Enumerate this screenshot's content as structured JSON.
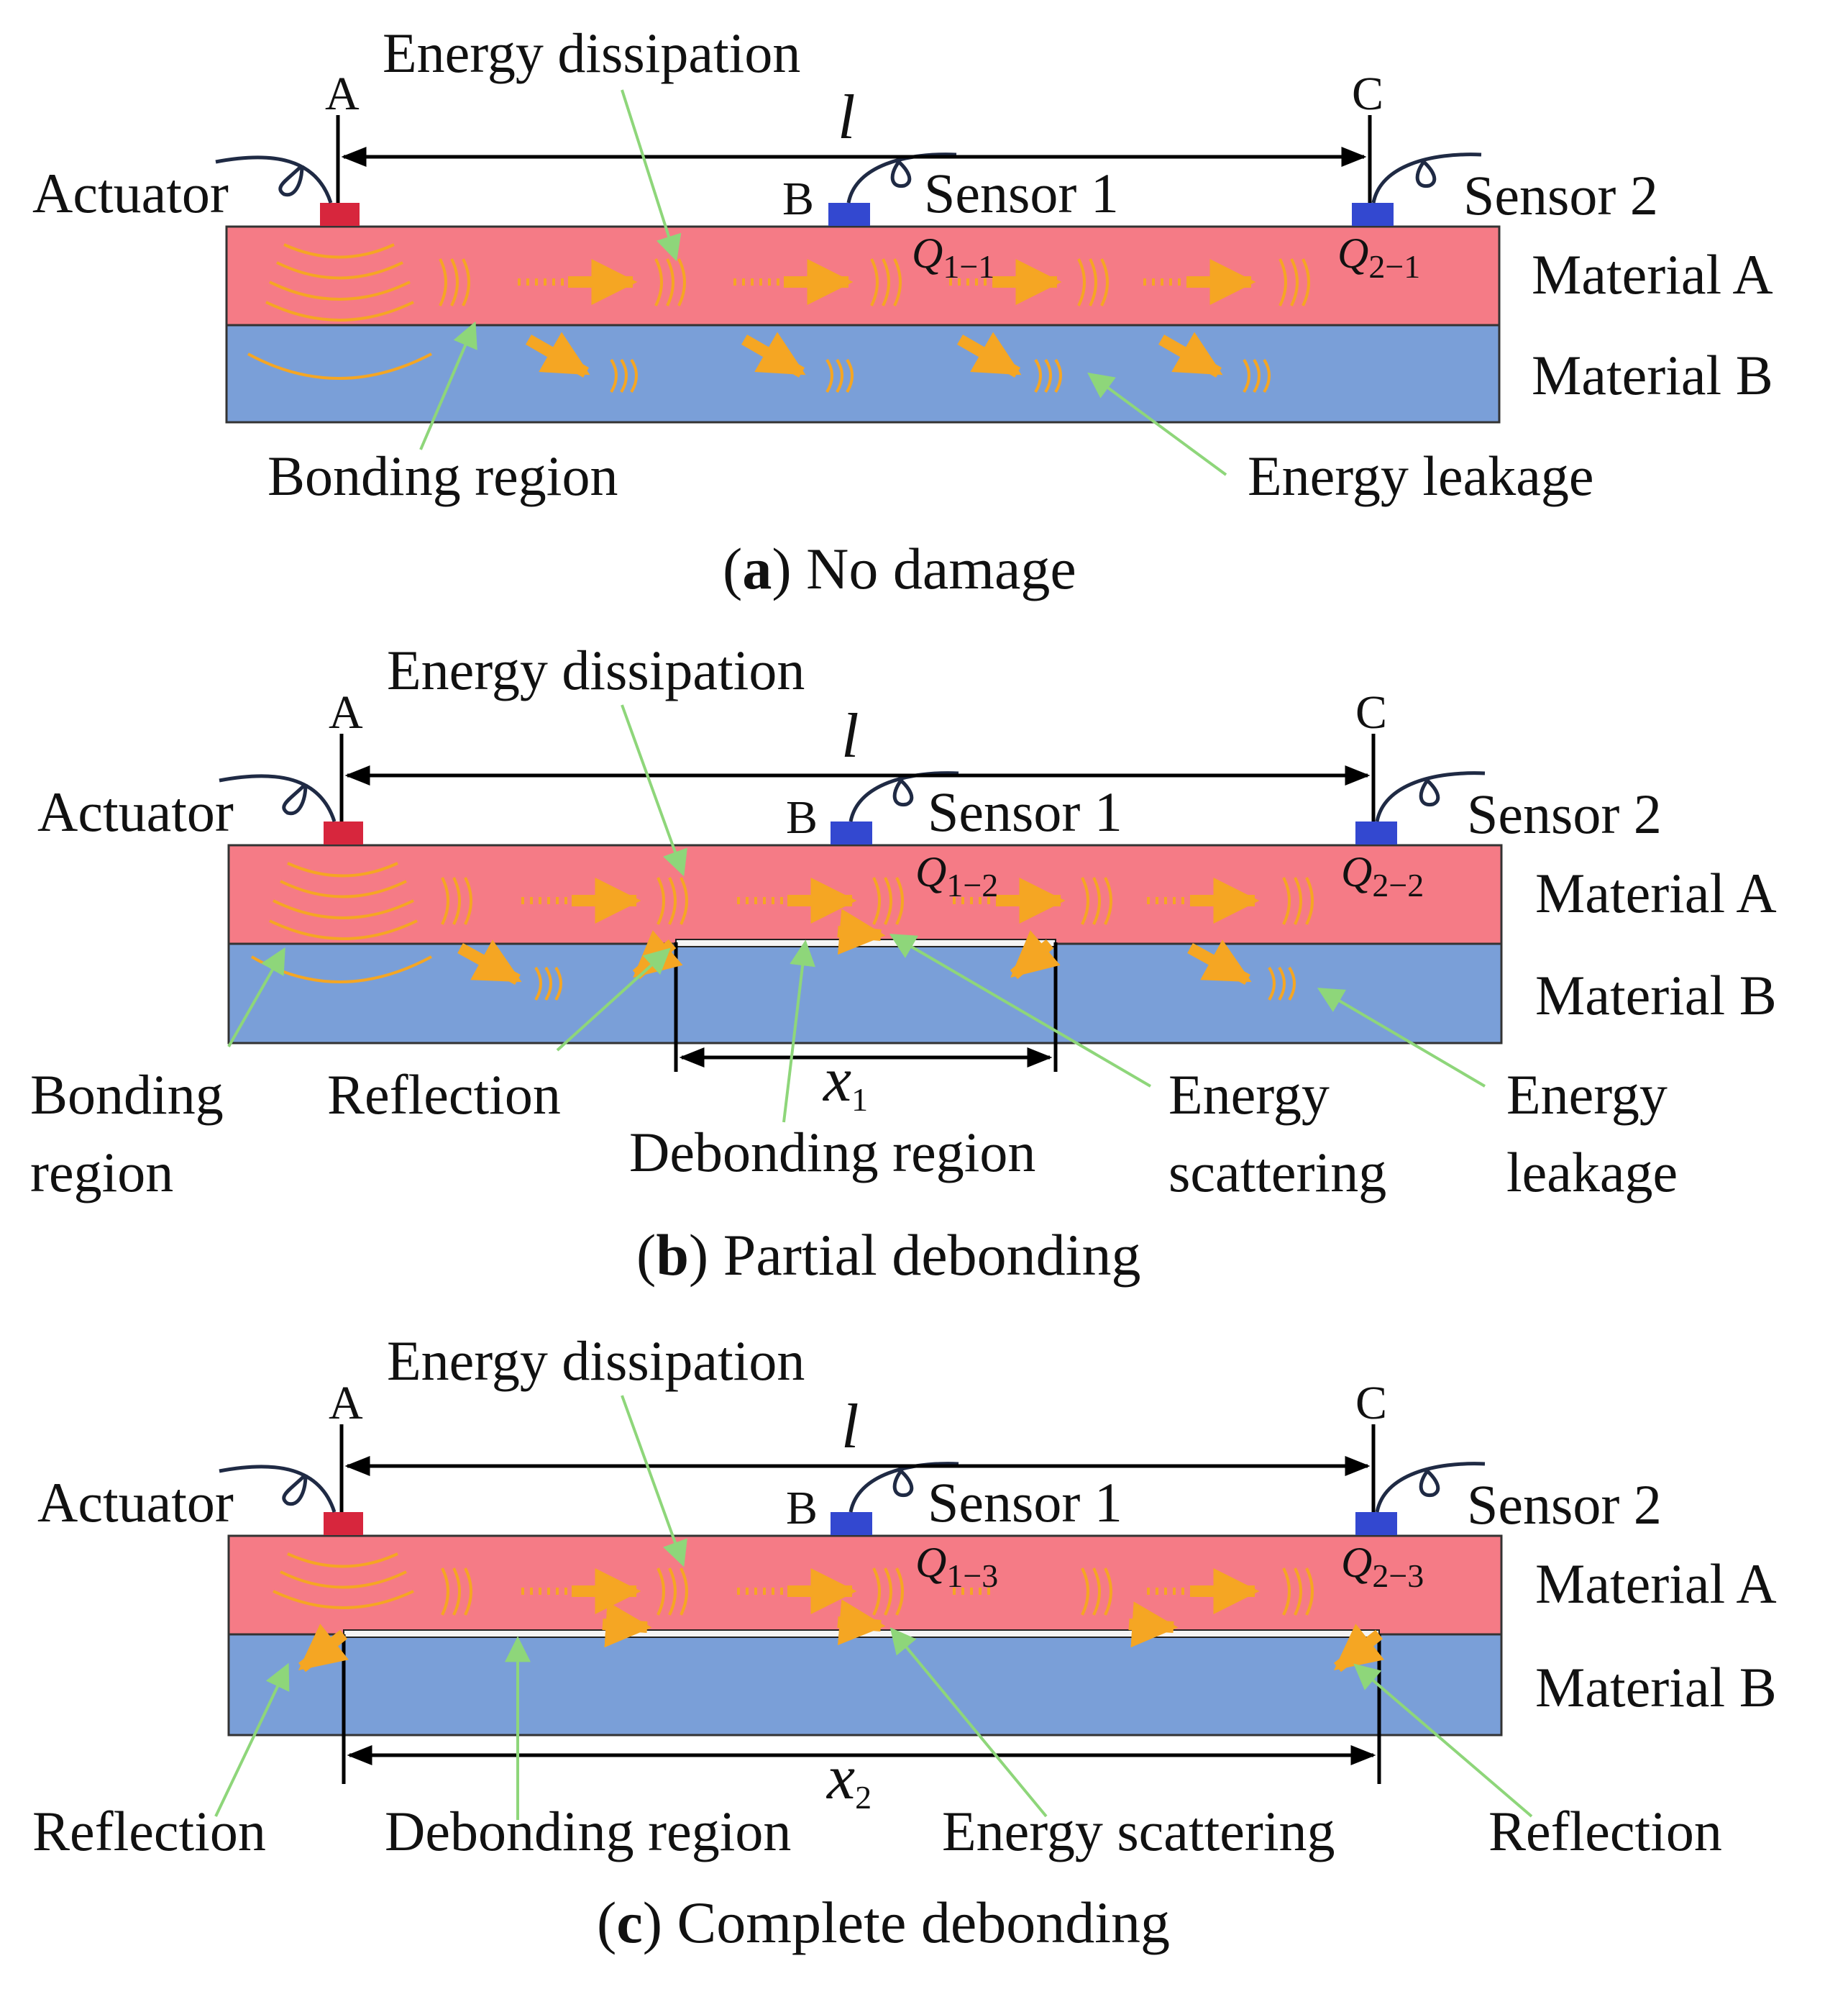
{
  "colors": {
    "material_a": "#f57b86",
    "material_b": "#7a9fd8",
    "actuator": "#d7263d",
    "sensor": "#3348d0",
    "wave": "#f5a623",
    "pointer": "#8ed67a",
    "wire": "#1f2a44"
  },
  "icons": [
    "actuator-icon",
    "sensor-icon",
    "wave-icon",
    "arrow-icon"
  ],
  "common": {
    "point_a": "A",
    "point_b": "B",
    "point_c": "C",
    "length": "l",
    "actuator": "Actuator",
    "sensor1": "Sensor 1",
    "sensor2": "Sensor 2",
    "material_a": "Material A",
    "material_b": "Material B",
    "energy_dissipation": "Energy dissipation",
    "q_letter": "Q"
  },
  "panel_a": {
    "q1_sub": "1−1",
    "q2_sub": "2−1",
    "bonding_region": "Bonding region",
    "energy_leakage": "Energy leakage",
    "caption_letter": "a",
    "caption_text": "No damage"
  },
  "panel_b": {
    "q1_sub": "1−2",
    "q2_sub": "2−2",
    "bonding_line1": "Bonding",
    "bonding_line2": "region",
    "reflection": "Reflection",
    "x_var": "x",
    "x_sub": "1",
    "debonding_region": "Debonding region",
    "scattering_line1": "Energy",
    "scattering_line2": "scattering",
    "leakage_line1": "Energy",
    "leakage_line2": "leakage",
    "caption_letter": "b",
    "caption_text": "Partial debonding"
  },
  "panel_c": {
    "q1_sub": "1−3",
    "q2_sub": "2−3",
    "reflection_left": "Reflection",
    "debonding_region": "Debonding region",
    "energy_scattering": "Energy scattering",
    "reflection_right": "Reflection",
    "x_var": "x",
    "x_sub": "2",
    "caption_letter": "c",
    "caption_text": "Complete debonding"
  }
}
